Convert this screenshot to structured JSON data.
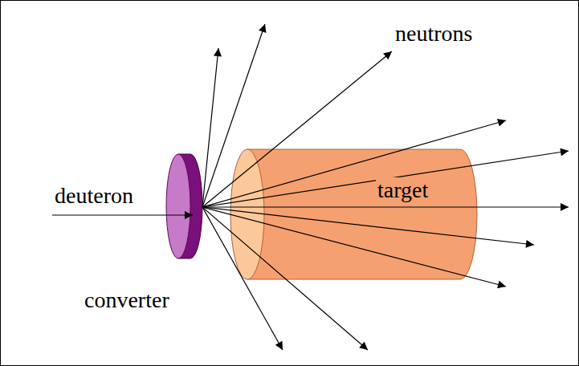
{
  "diagram": {
    "nodes": [
      {
        "text": [
          "converter"
        ]
      },
      {
        "text": [
          "target"
        ]
      }
    ],
    "labels": [
      "deuteron",
      "neutrons"
    ]
  }
}
